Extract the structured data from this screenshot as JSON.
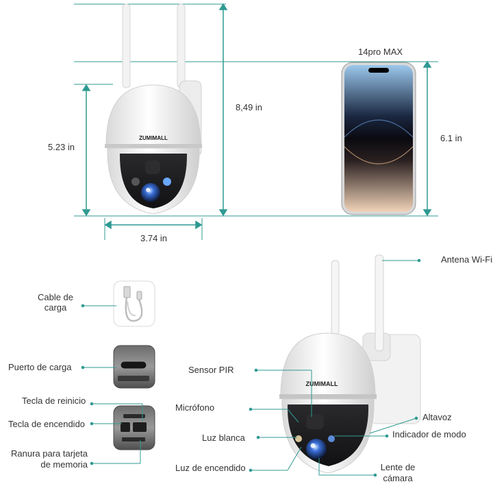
{
  "dimensions": {
    "camera_width": "3.74 in",
    "camera_height": "5.23 in",
    "total_height": "8,49 in",
    "phone_height": "6.1 in",
    "phone_model": "14pro MAX"
  },
  "brand": "ZUMIMALL",
  "accessories": {
    "cable": "Cable de carga",
    "charging_port": "Puerto de carga",
    "reset_key": "Tecla de reinicio",
    "power_key": "Tecla de encendido",
    "memory_slot": "Ranura para tarjeta de memoria"
  },
  "features": {
    "wifi_antenna": "Antena Wi-Fi",
    "pir_sensor": "Sensor PIR",
    "microphone": "Micrófono",
    "white_light": "Luz blanca",
    "power_light": "Luz de encendido",
    "speaker": "Altavoz",
    "mode_indicator": "Indicador de modo",
    "camera_lens": "Lente de cámara"
  },
  "colors": {
    "accent": "#2f9a92",
    "camera_body": "#f3f3f3",
    "camera_face": "#1c1c1e"
  }
}
